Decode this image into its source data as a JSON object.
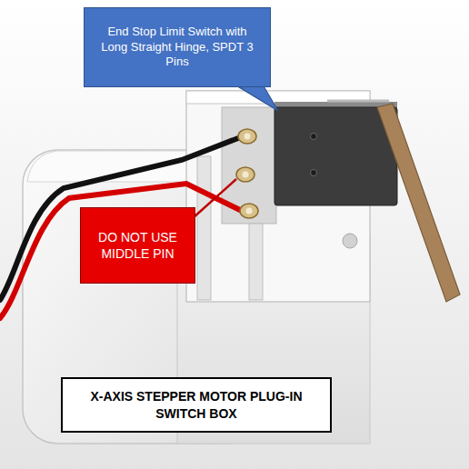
{
  "diagram": {
    "nodes": [
      {
        "text": [
          "End Stop Limit Switch with Long Straight Hinge, SPDT 3 Pins"
        ]
      },
      {
        "text": [
          "DO NOT USE MIDDLE PIN"
        ]
      },
      {
        "text": [
          "X-AXIS STEPPER MOTOR PLUG-IN SWITCH BOX"
        ]
      }
    ],
    "edges": []
  }
}
